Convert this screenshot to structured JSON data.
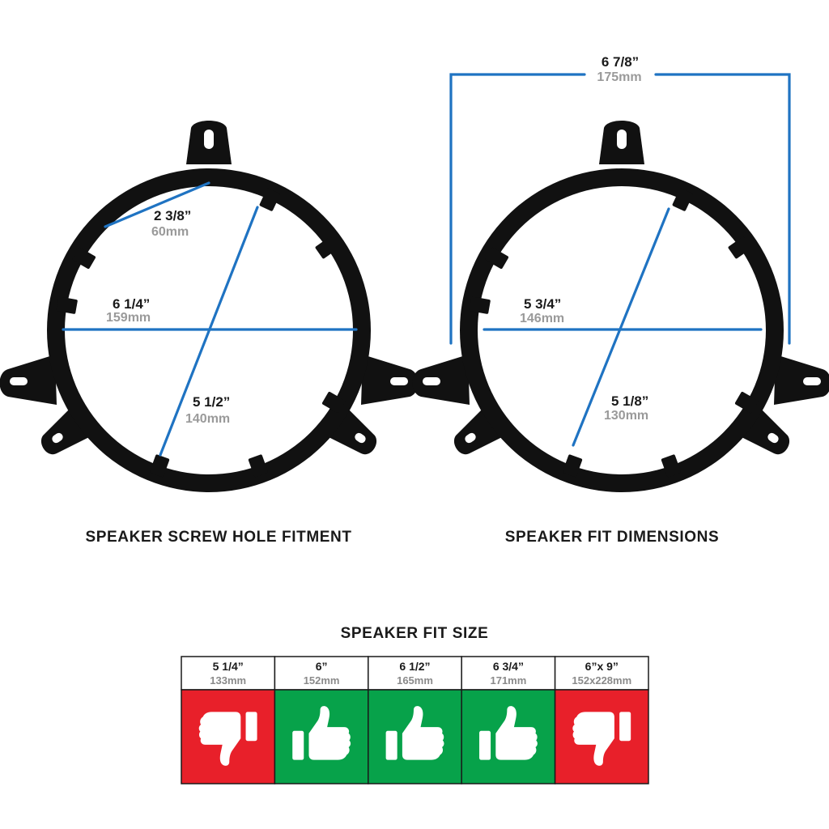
{
  "left_panel": {
    "caption": "SPEAKER SCREW HOLE FITMENT",
    "dims": [
      {
        "main": "2 3/8”",
        "sub": "60mm"
      },
      {
        "main": "6 1/4”",
        "sub": "159mm"
      },
      {
        "main": "5 1/2”",
        "sub": "140mm"
      }
    ]
  },
  "right_panel": {
    "caption": "SPEAKER FIT DIMENSIONS",
    "dims": [
      {
        "main": "6 7/8”",
        "sub": "175mm"
      },
      {
        "main": "5 3/4”",
        "sub": "146mm"
      },
      {
        "main": "5 1/8”",
        "sub": "130mm"
      }
    ]
  },
  "fit_table": {
    "title": "SPEAKER FIT SIZE",
    "columns": [
      {
        "size": "5 1/4”",
        "mm": "133mm",
        "fit": "no",
        "icon": "thumbs-down-icon",
        "color": "#e8202a"
      },
      {
        "size": "6”",
        "mm": "152mm",
        "fit": "yes",
        "icon": "thumbs-up-icon",
        "color": "#07a24a"
      },
      {
        "size": "6 1/2”",
        "mm": "165mm",
        "fit": "yes",
        "icon": "thumbs-up-icon",
        "color": "#07a24a"
      },
      {
        "size": "6 3/4”",
        "mm": "171mm",
        "fit": "yes",
        "icon": "thumbs-up-icon",
        "color": "#07a24a"
      },
      {
        "size": "6”x 9”",
        "mm": "152x228mm",
        "fit": "no",
        "icon": "thumbs-down-icon",
        "color": "#e8202a"
      }
    ]
  },
  "colors": {
    "measure_line": "#1f73c2",
    "bracket": "#111111",
    "fit_yes": "#07a24a",
    "fit_no": "#e8202a"
  }
}
